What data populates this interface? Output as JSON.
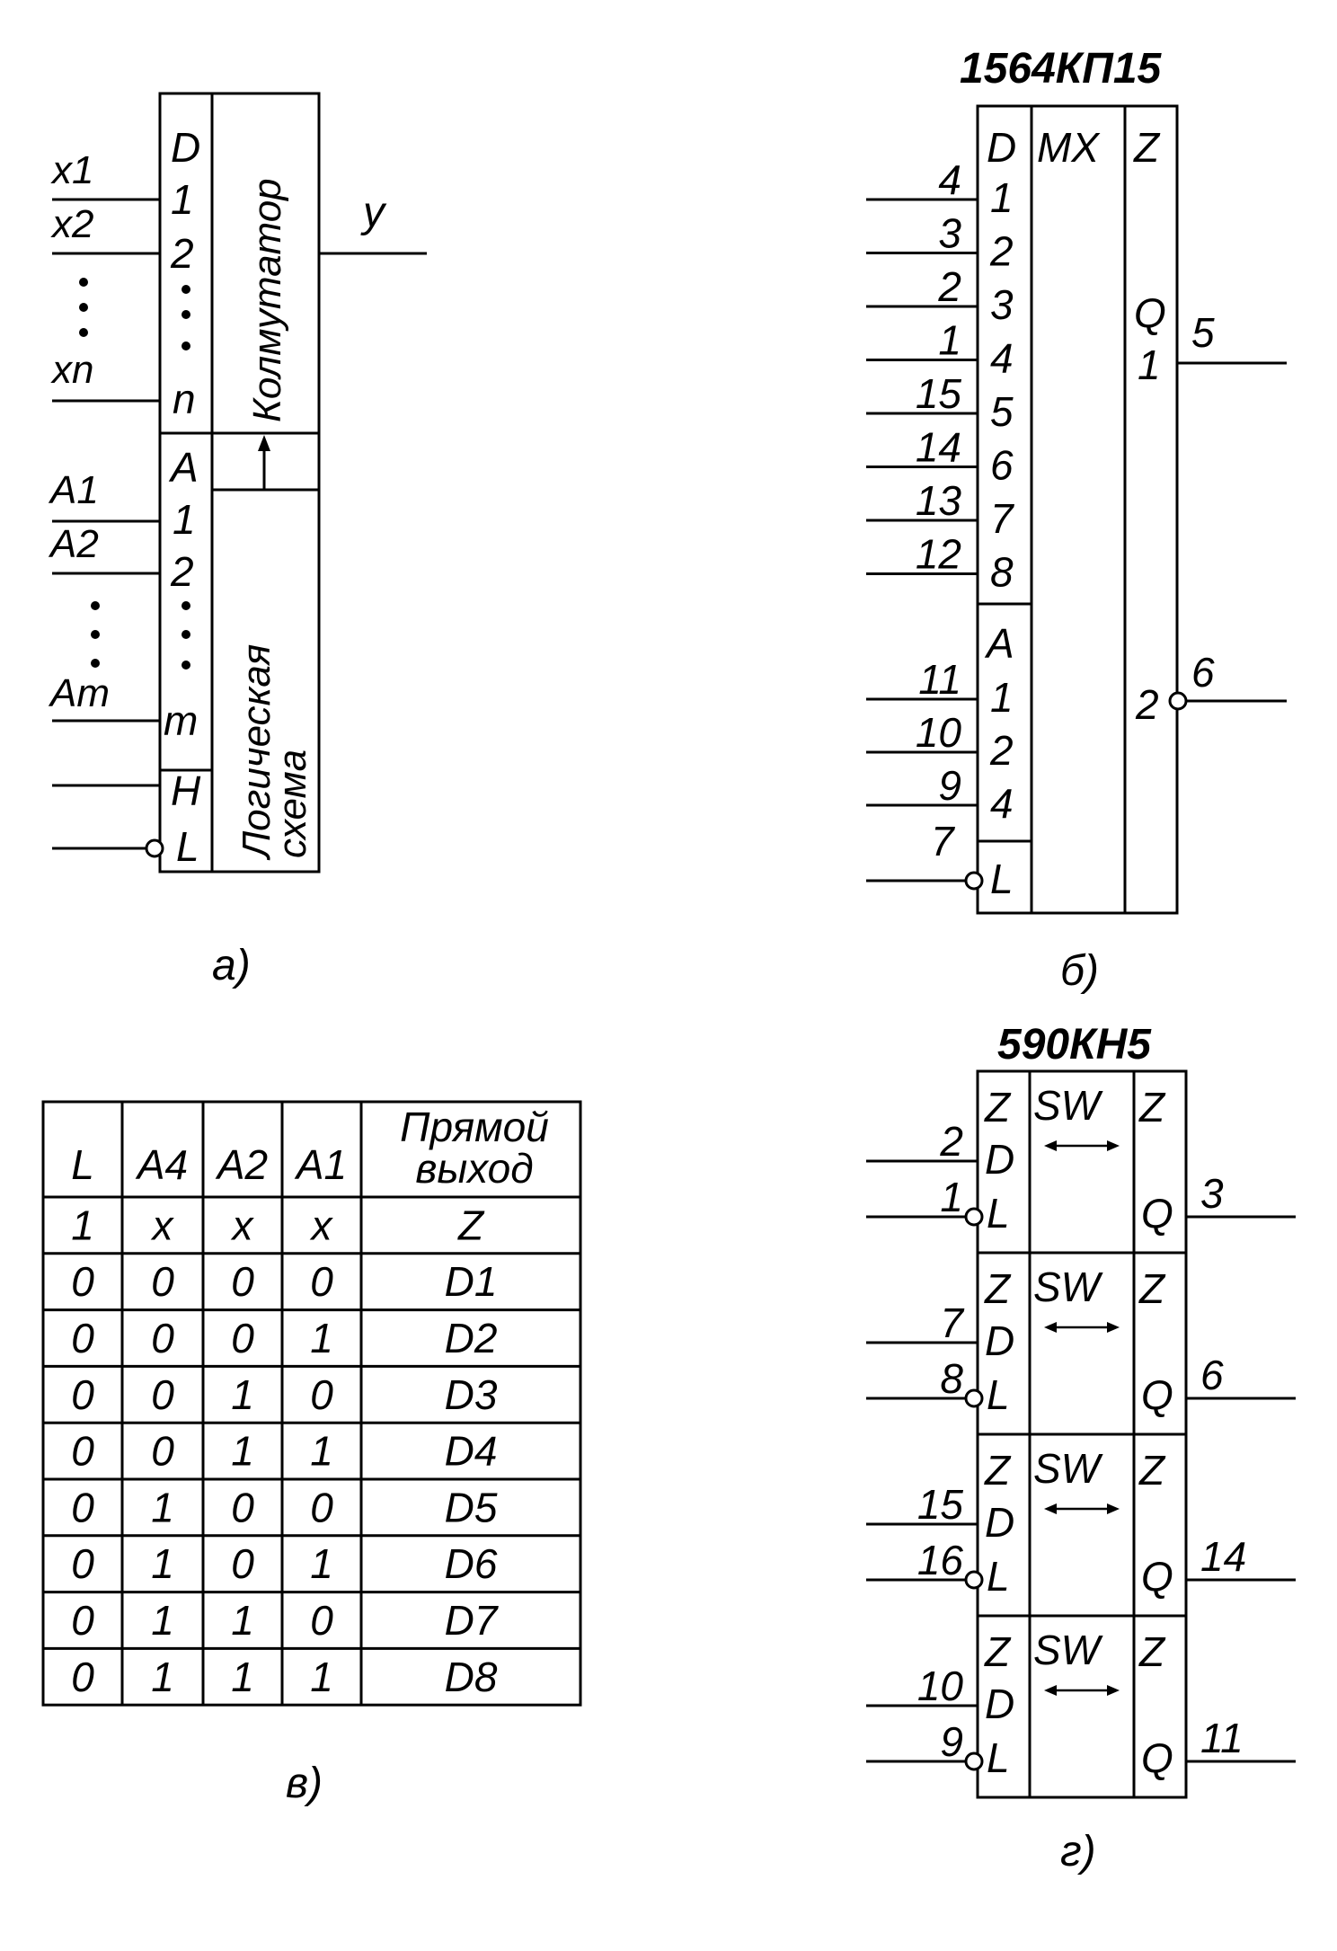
{
  "panel_a": {
    "inputs_x": [
      "x1",
      "x2",
      "xn"
    ],
    "data_section": {
      "header": "D",
      "pins": [
        "1",
        "2",
        "n"
      ]
    },
    "block_label": "Колмутатор",
    "output": "y",
    "address_inputs": [
      "A1",
      "A2",
      "Am"
    ],
    "address_section": {
      "header": "A",
      "pins": [
        "1",
        "2",
        "m"
      ]
    },
    "control_pins": [
      "H",
      "L"
    ],
    "logic_label_1": "Логическая",
    "logic_label_2": "схема",
    "caption": "а)"
  },
  "panel_b": {
    "title": "1564КП15",
    "headers": [
      "D",
      "MX",
      "Z"
    ],
    "data_pins": [
      {
        "num": "4",
        "label": "1"
      },
      {
        "num": "3",
        "label": "2"
      },
      {
        "num": "2",
        "label": "3"
      },
      {
        "num": "1",
        "label": "4"
      },
      {
        "num": "15",
        "label": "5"
      },
      {
        "num": "14",
        "label": "6"
      },
      {
        "num": "13",
        "label": "7"
      },
      {
        "num": "12",
        "label": "8"
      }
    ],
    "address_header": "A",
    "address_pins": [
      {
        "num": "11",
        "label": "1"
      },
      {
        "num": "10",
        "label": "2"
      },
      {
        "num": "9",
        "label": "4"
      }
    ],
    "enable_pin": {
      "num": "7",
      "label": "L"
    },
    "outputs": {
      "q_label": "Q",
      "out1_label": "1",
      "out1_num": "5",
      "out2_label": "2",
      "out2_num": "6"
    },
    "caption": "б)"
  },
  "panel_c": {
    "headers": [
      "L",
      "A4",
      "A2",
      "A1"
    ],
    "header_last_1": "Прямой",
    "header_last_2": "выход",
    "rows": [
      [
        "1",
        "x",
        "x",
        "x",
        "Z"
      ],
      [
        "0",
        "0",
        "0",
        "0",
        "D1"
      ],
      [
        "0",
        "0",
        "0",
        "1",
        "D2"
      ],
      [
        "0",
        "0",
        "1",
        "0",
        "D3"
      ],
      [
        "0",
        "0",
        "1",
        "1",
        "D4"
      ],
      [
        "0",
        "1",
        "0",
        "0",
        "D5"
      ],
      [
        "0",
        "1",
        "0",
        "1",
        "D6"
      ],
      [
        "0",
        "1",
        "1",
        "0",
        "D7"
      ],
      [
        "0",
        "1",
        "1",
        "1",
        "D8"
      ]
    ],
    "caption": "в)"
  },
  "panel_d": {
    "title": "590КН5",
    "switches": [
      {
        "d_num": "2",
        "l_num": "1",
        "q_num": "3"
      },
      {
        "d_num": "7",
        "l_num": "8",
        "q_num": "6"
      },
      {
        "d_num": "15",
        "l_num": "16",
        "q_num": "14"
      },
      {
        "d_num": "10",
        "l_num": "9",
        "q_num": "11"
      }
    ],
    "labels": {
      "z": "Z",
      "sw": "SW",
      "d": "D",
      "l": "L",
      "q": "Q"
    },
    "caption": "г)"
  }
}
